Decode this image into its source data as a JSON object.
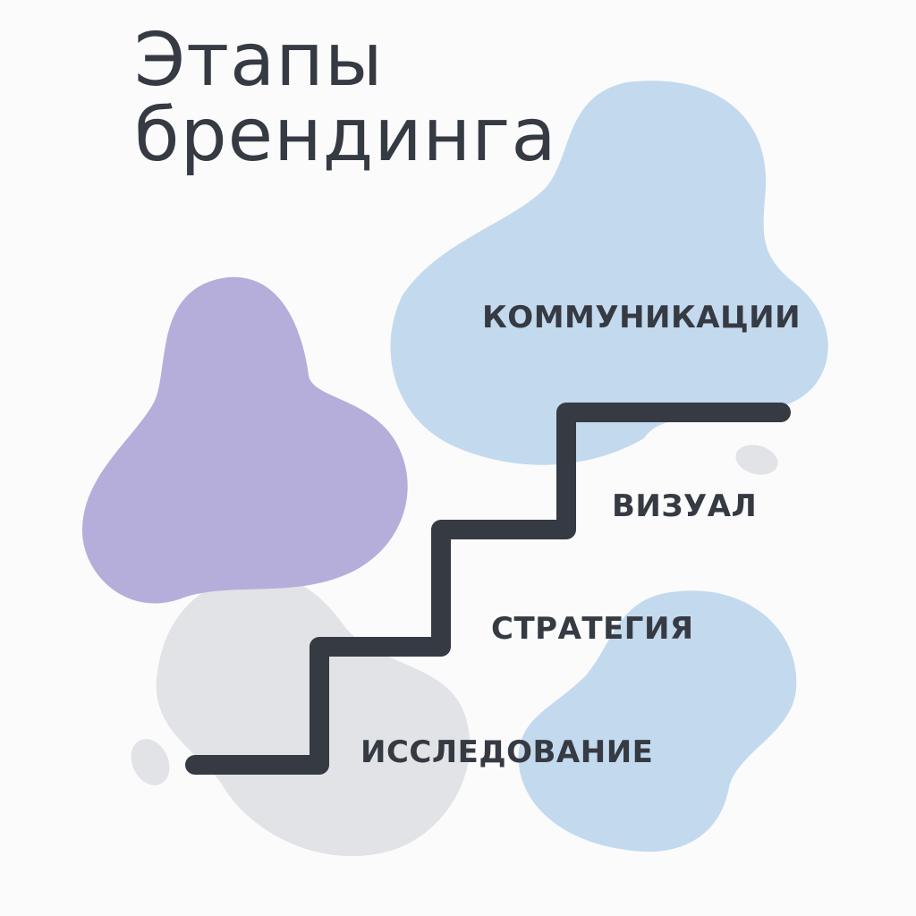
{
  "title": {
    "line1": "Этапы",
    "line2": "брендинга"
  },
  "stages": [
    {
      "label": "ИССЛЕДОВАНИЕ"
    },
    {
      "label": "СТРАТЕГИЯ"
    },
    {
      "label": "ВИЗУАЛ"
    },
    {
      "label": "КОММУНИКАЦИИ"
    }
  ],
  "colors": {
    "background": "#fbfbfc",
    "text": "#353a43",
    "stair_line": "#353a43",
    "blob_blue": "#c3d9ee",
    "blob_purple": "#b5aedb",
    "blob_grey": "#e1e3e6"
  }
}
